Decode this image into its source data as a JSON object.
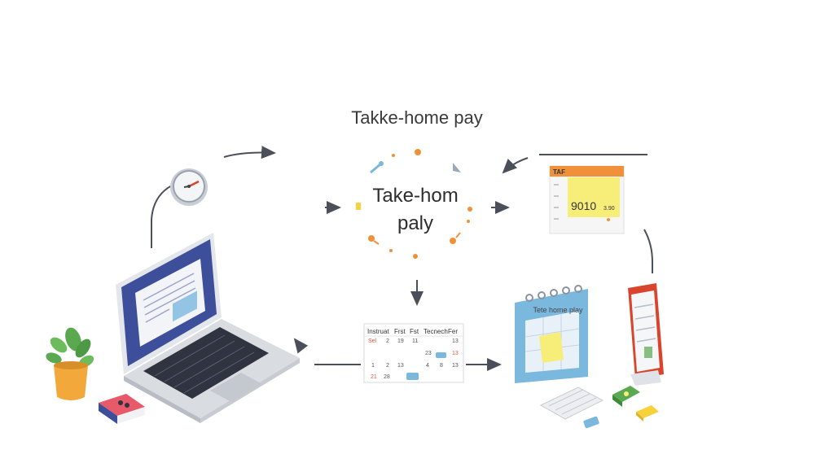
{
  "title": "Takke-home pay",
  "center": {
    "line1": "Take-hom",
    "line2": "paly"
  },
  "receipt": {
    "header": "TAF",
    "amount": "9010",
    "small": "3.90"
  },
  "wall_calendar": {
    "label": "Tete home play"
  },
  "mini_calendar": {
    "headers": [
      "Instruat",
      "Frst",
      "Fst",
      "Tecnech",
      "Fer"
    ],
    "cells": [
      {
        "text": "Sel",
        "red": true
      },
      {
        "text": "2",
        "red": false
      },
      {
        "text": "19",
        "red": false
      },
      {
        "text": "11",
        "red": false
      },
      {
        "text": "13",
        "red": false
      },
      {
        "text": "23",
        "red": false
      },
      {
        "text": "13",
        "red": true
      },
      {
        "text": "1",
        "red": false
      },
      {
        "text": "2",
        "red": false
      },
      {
        "text": "13",
        "red": false
      },
      {
        "text": "4",
        "red": false
      },
      {
        "text": "8",
        "red": false
      },
      {
        "text": "13",
        "red": false
      },
      {
        "text": "21",
        "red": true
      },
      {
        "text": "28",
        "red": false
      }
    ]
  },
  "icons": [
    "clock-icon",
    "laptop-icon",
    "plant-icon",
    "book-icon",
    "receipt-icon",
    "phone-icon",
    "wall-calendar-icon",
    "keyboard-icon",
    "cash-icon",
    "sticky-note-icon"
  ],
  "colors": {
    "arrow": "#4a4f5a",
    "accent_orange": "#f0913a",
    "accent_blue": "#7bb8de",
    "sticky_yellow": "#f7ee7a",
    "phone_red": "#d9442e",
    "screen_blue": "#3d4f9a"
  }
}
